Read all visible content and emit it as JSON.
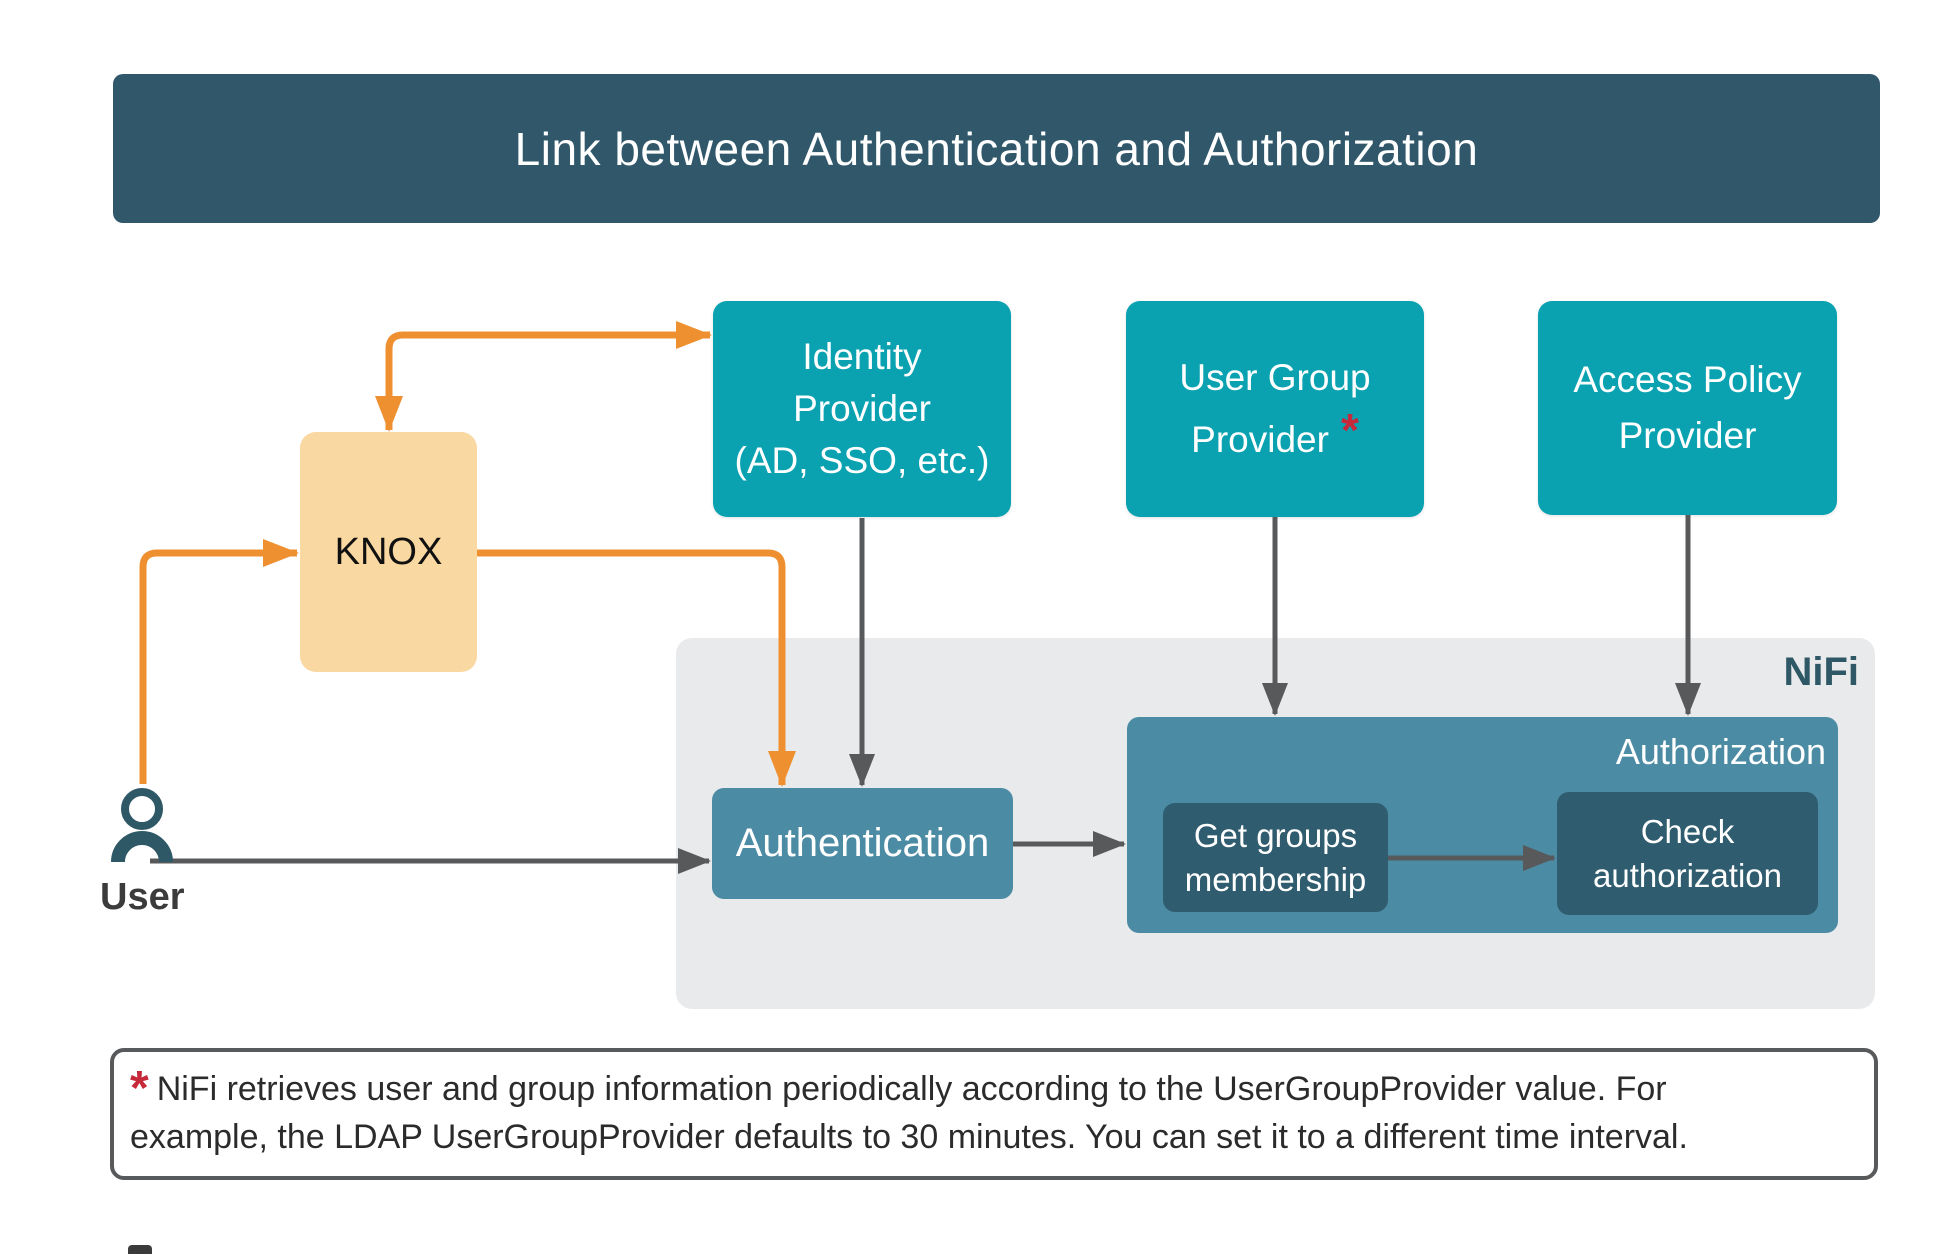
{
  "banner": {
    "title": "Link between Authentication and Authorization"
  },
  "nifi": {
    "label": "NiFi"
  },
  "nodes": {
    "knox": {
      "label": "KNOX"
    },
    "identity_provider": {
      "lines": [
        "Identity",
        "Provider",
        "(AD, SSO, etc.)"
      ]
    },
    "user_group_provider": {
      "lines": [
        "User Group",
        "Provider"
      ],
      "asterisk": "*"
    },
    "access_policy_provider": {
      "lines": [
        "Access Policy",
        "Provider"
      ]
    },
    "authentication": {
      "label": "Authentication"
    },
    "authorization": {
      "label": "Authorization"
    },
    "get_groups_membership": {
      "lines": [
        "Get groups",
        "membership"
      ]
    },
    "check_authorization": {
      "lines": [
        "Check",
        "authorization"
      ]
    }
  },
  "user": {
    "label": "User"
  },
  "footnote": {
    "asterisk": "*",
    "line1": "NiFi retrieves user and group information periodically according to the UserGroupProvider value. For",
    "line2": "example, the LDAP UserGroupProvider defaults to 30 minutes. You can set it to a different time interval."
  },
  "connections": [
    {
      "from": "user",
      "to": "knox",
      "color": "orange"
    },
    {
      "from": "knox",
      "to": "identity-provider",
      "color": "orange",
      "double_headed": true
    },
    {
      "from": "knox",
      "to": "authentication",
      "color": "orange"
    },
    {
      "from": "identity-provider",
      "to": "authentication",
      "color": "gray"
    },
    {
      "from": "user-group-provider",
      "to": "authorization",
      "color": "gray"
    },
    {
      "from": "access-policy-provider",
      "to": "authorization",
      "color": "gray"
    },
    {
      "from": "user",
      "to": "authentication",
      "color": "gray"
    },
    {
      "from": "authentication",
      "to": "authorization",
      "color": "gray"
    },
    {
      "from": "get-groups-membership",
      "to": "check-authorization",
      "color": "gray"
    }
  ],
  "colors": {
    "banner_bg": "#30586A",
    "teal_box": "#0AA2B1",
    "knox_bg": "#FAD8A1",
    "medium_blue_box": "#4C8BA4",
    "dark_blue_box": "#2F5C6E",
    "nifi_container_bg": "#E9EAEC",
    "orange_arrow": "#EF9030",
    "gray_arrow": "#58595B",
    "asterisk_red": "#C5293A",
    "nifi_label": "#2F5867"
  }
}
